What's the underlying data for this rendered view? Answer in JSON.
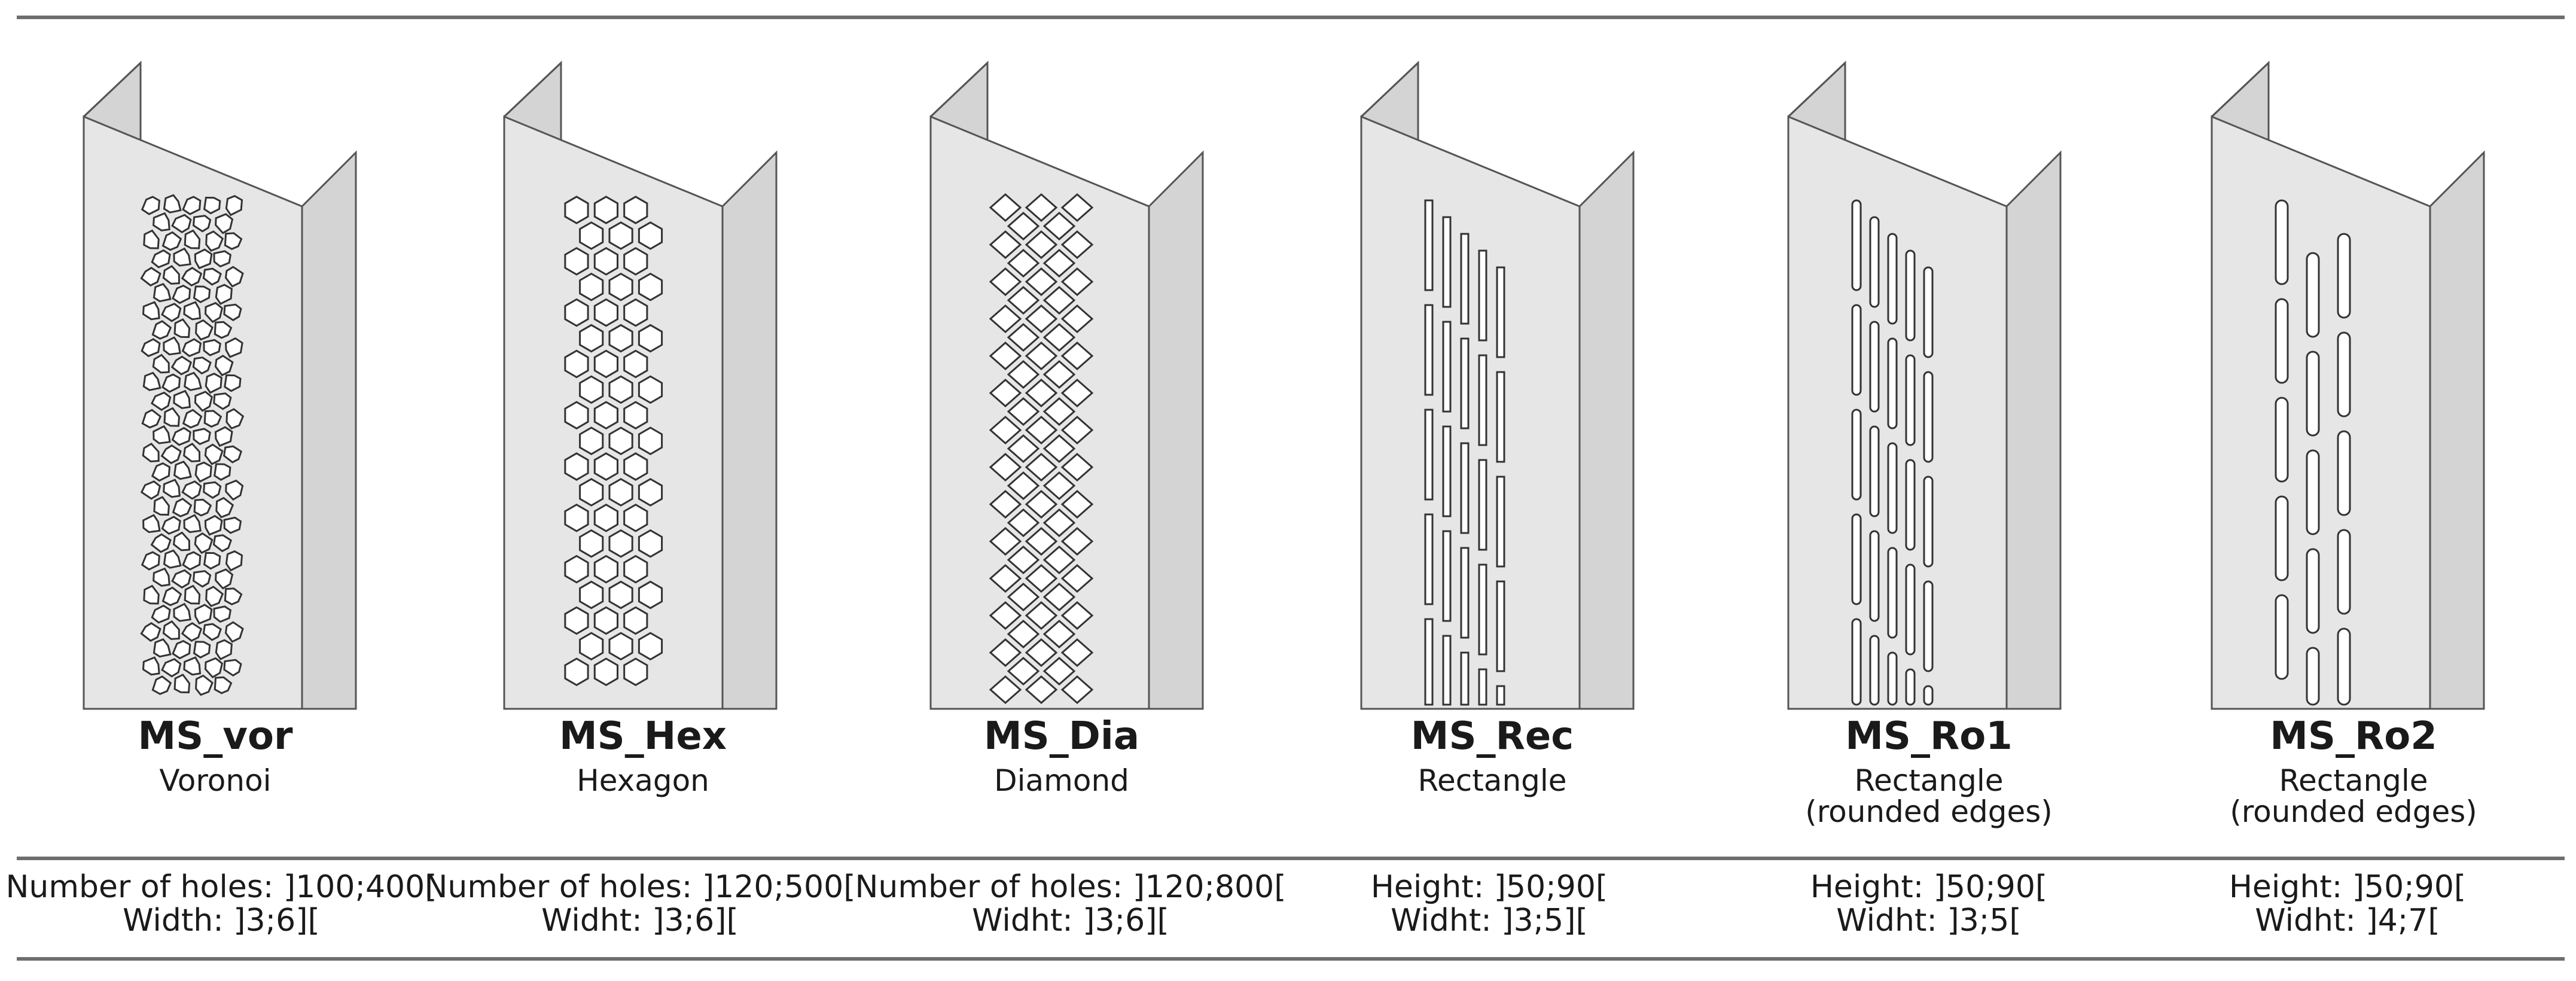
{
  "profiles": [
    {
      "name": "MS_vor",
      "pattern": "Voronoi",
      "pattern_note": "",
      "param1": "Number of holes: ]100;400[",
      "param2": "Width: ]3;6][",
      "hole_shape": "voronoi-icon"
    },
    {
      "name": "MS_Hex",
      "pattern": "Hexagon",
      "pattern_note": "",
      "param1": "Number of holes: ]120;500[",
      "param2": "Widht: ]3;6][",
      "hole_shape": "hexagon-icon"
    },
    {
      "name": "MS_Dia",
      "pattern": "Diamond",
      "pattern_note": "",
      "param1": "Number of holes: ]120;800[",
      "param2": "Widht: ]3;6][",
      "hole_shape": "diamond-icon"
    },
    {
      "name": "MS_Rec",
      "pattern": "Rectangle",
      "pattern_note": "",
      "param1": "Height: ]50;90[",
      "param2": "Widht: ]3;5][",
      "hole_shape": "rectangle-slot-icon"
    },
    {
      "name": "MS_Ro1",
      "pattern": "Rectangle",
      "pattern_note": "(rounded edges)",
      "param1": "Height: ]50;90[",
      "param2": "Widht: ]3;5[",
      "hole_shape": "rounded-slot-icon"
    },
    {
      "name": "MS_Ro2",
      "pattern": "Rectangle",
      "pattern_note": "(rounded edges)",
      "param1": "Height: ]50;90[",
      "param2": "Widht: ]4;7[",
      "hole_shape": "rounded-slot-icon"
    }
  ],
  "colors": {
    "face": "#e6e6e6",
    "flange": "#d4d4d4",
    "edge": "#555555",
    "hole": "#ffffff",
    "rule": "#6e6e6e"
  }
}
